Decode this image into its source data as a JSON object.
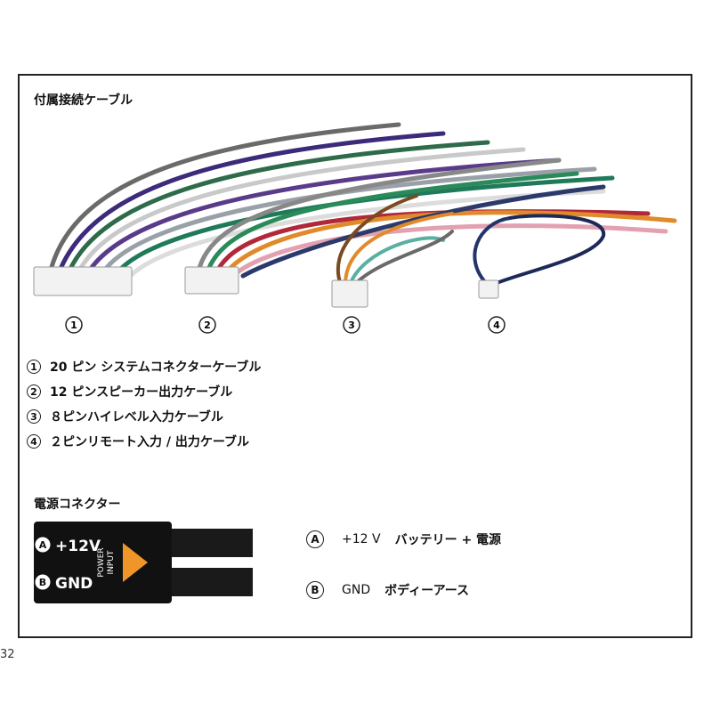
{
  "heading_accessories": "付属接続ケーブル",
  "photo_labels": [
    "1",
    "2",
    "3",
    "4"
  ],
  "cables": [
    {
      "num": "1",
      "text": "20 ピン システムコネクターケーブル"
    },
    {
      "num": "2",
      "text": "12 ピンスピーカー出力ケーブル"
    },
    {
      "num": "3",
      "text": "８ピンハイレベル入力ケーブル"
    },
    {
      "num": "4",
      "text": "２ピンリモート入力 / 出力ケーブル"
    }
  ],
  "heading_power": "電源コネクター",
  "connector": {
    "pin_a": "A",
    "pin_a_label": "+12V",
    "pin_b": "B",
    "pin_b_label": "GND",
    "side_text_1": "POWER",
    "side_text_2": "INPUT",
    "arrow_color": "#f0952a"
  },
  "power_legend": [
    {
      "letter": "A",
      "signal": "+12 V",
      "desc": "バッテリー + 電源"
    },
    {
      "letter": "B",
      "signal": "GND",
      "desc": "ボディーアース"
    }
  ],
  "page_number": "32"
}
